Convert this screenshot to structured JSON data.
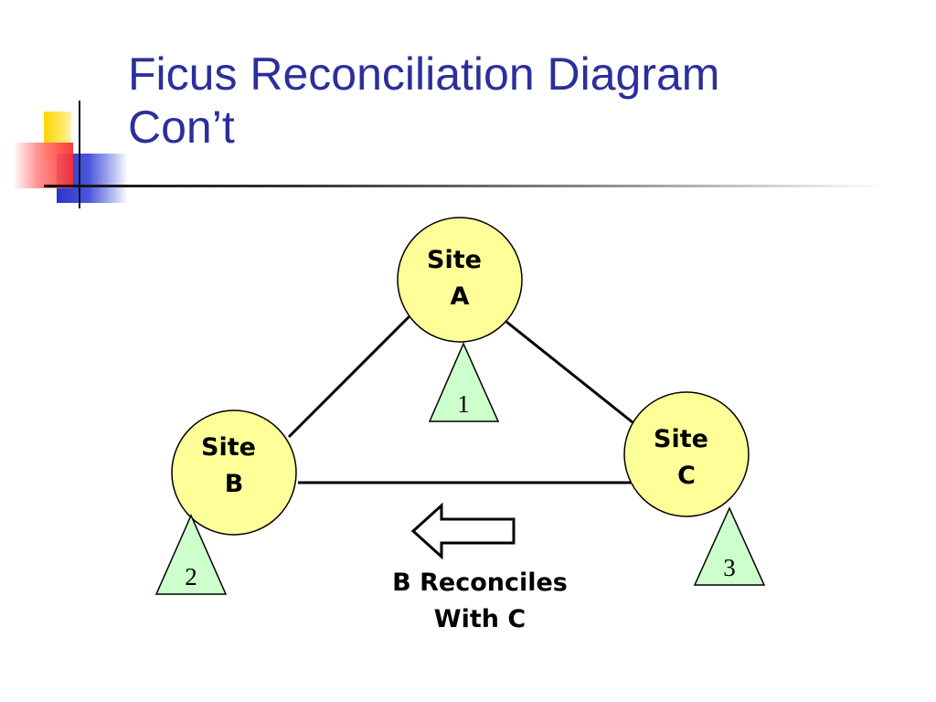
{
  "slide": {
    "title_line1": "Ficus Reconciliation Diagram",
    "title_line2": "Con’t"
  },
  "diagram": {
    "sites": [
      {
        "id": "A",
        "line1": "Site",
        "line2": "A"
      },
      {
        "id": "B",
        "line1": "Site",
        "line2": "B"
      },
      {
        "id": "C",
        "line1": "Site",
        "line2": "C"
      }
    ],
    "markers": [
      {
        "label": "1"
      },
      {
        "label": "2"
      },
      {
        "label": "3"
      }
    ],
    "caption_line1": "B Reconciles",
    "caption_line2": "With C"
  },
  "colors": {
    "title": "#2b2f9c",
    "site_fill": "#ffff99",
    "marker_fill": "#ccffcc"
  }
}
